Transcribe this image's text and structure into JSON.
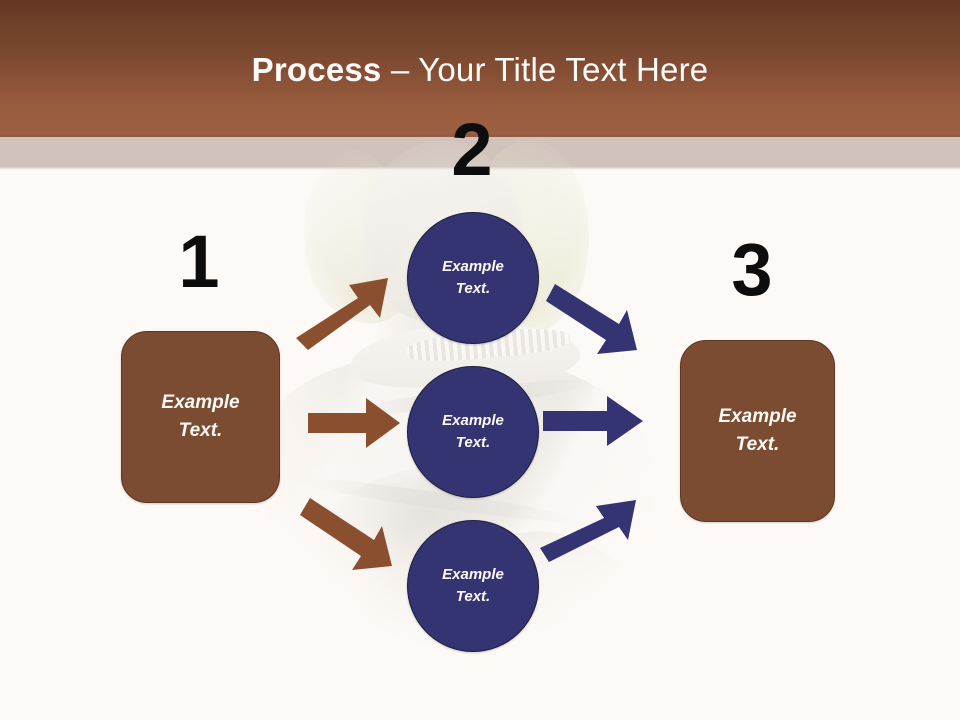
{
  "slide": {
    "title_bold": "Process",
    "title_regular": " – Your Title Text Here",
    "title_full": "Process – Your Title Text Here",
    "background_color": "#fdf9f6",
    "header_gradient_top": "#653823",
    "header_gradient_bottom": "#9d5f41",
    "header_accent_color": "#d2c2bc"
  },
  "palette": {
    "brown": "#7b4b32",
    "brown_border": "#5d3724",
    "brown_arrow": "#8a4f2e",
    "navy": "#343473",
    "navy_border": "#1e1e3c",
    "navy_arrow": "#343473",
    "number_color": "#0d0d0d",
    "shape_text_color": "#fdfaf6"
  },
  "steps": [
    {
      "number": "1",
      "name": "step-one"
    },
    {
      "number": "2",
      "name": "step-two"
    },
    {
      "number": "3",
      "name": "step-three"
    }
  ],
  "shapes": {
    "left_box": {
      "line1": "Example",
      "line2": "Text."
    },
    "right_box": {
      "line1": "Example",
      "line2": "Text."
    },
    "circles": [
      {
        "line1": "Example",
        "line2": "Text."
      },
      {
        "line1": "Example",
        "line2": "Text."
      },
      {
        "line1": "Example",
        "line2": "Text."
      }
    ]
  },
  "arrows": {
    "brown_up": {
      "direction": "up-right",
      "color": "#8a4f2e"
    },
    "brown_mid": {
      "direction": "right",
      "color": "#8a4f2e"
    },
    "brown_down": {
      "direction": "down-right",
      "color": "#8a4f2e"
    },
    "navy_down": {
      "direction": "down-right",
      "color": "#343473"
    },
    "navy_mid": {
      "direction": "right",
      "color": "#343473"
    },
    "navy_up": {
      "direction": "up-right",
      "color": "#343473"
    }
  }
}
